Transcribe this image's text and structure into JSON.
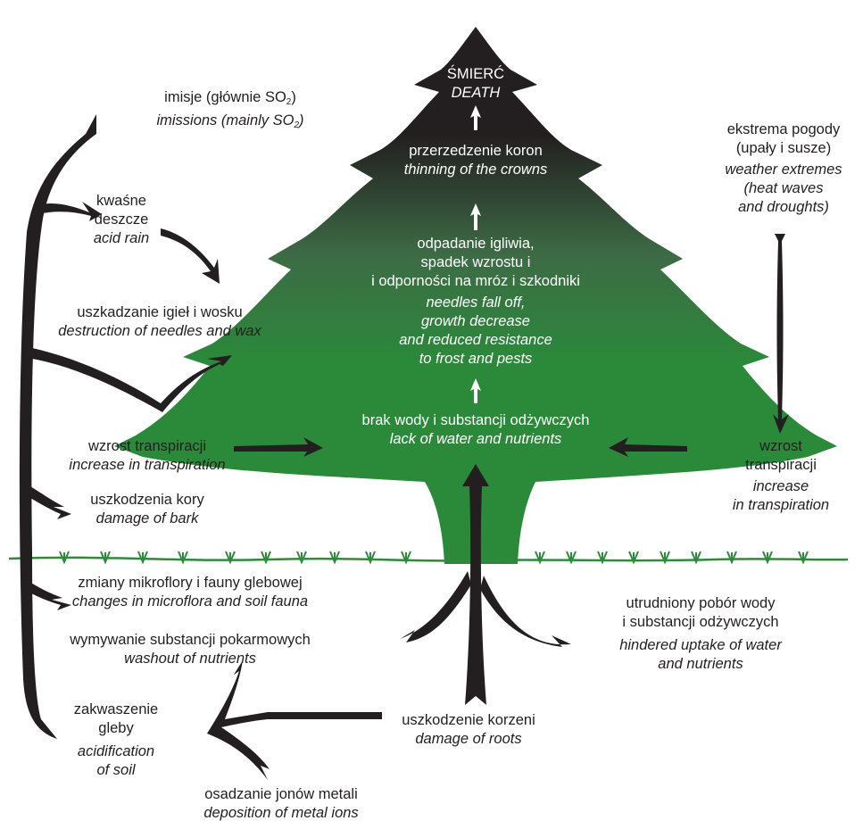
{
  "colors": {
    "tree_top": "#231f20",
    "tree_mid": "#3d6b45",
    "tree_bottom": "#2a8a3a",
    "arrow": "#231f20",
    "ground": "#2e8b3a",
    "text_dark": "#231f20",
    "text_light": "#ffffff"
  },
  "tree": {
    "death": {
      "pl": "ŚMIERĆ",
      "en": "DEATH"
    },
    "thinning": {
      "pl": "przerzedzenie koron",
      "en": "thinning of the crowns"
    },
    "needles": {
      "pl": [
        "odpadanie igliwia,",
        "spadek wzrostu i",
        "i odporności na mróz i szkodniki"
      ],
      "en": [
        "needles fall off,",
        "growth decrease",
        "and reduced resistance",
        "to frost and pests"
      ]
    },
    "lack": {
      "pl": "brak wody i substancji odżywczych",
      "en": "lack of water and nutrients"
    }
  },
  "left": {
    "imissions": {
      "pl": "imisje (głównie SO",
      "pl_sub": "2",
      "pl_end": ")",
      "en": "imissions (mainly SO",
      "en_sub": "2",
      "en_end": ")"
    },
    "acid_rain": {
      "pl": [
        "kwaśne",
        "deszcze"
      ],
      "en": "acid rain"
    },
    "needle_damage": {
      "pl": "uszkadzanie igieł i wosku",
      "en": "destruction of needles and wax"
    },
    "transpiration": {
      "pl": "wzrost transpiracji",
      "en": "increase in transpiration"
    },
    "bark": {
      "pl": "uszkodzenia kory",
      "en": "damage of bark"
    },
    "microflora": {
      "pl": "zmiany mikroflory i fauny glebowej",
      "en": "changes in microflora and soil fauna"
    },
    "washout": {
      "pl": "wymywanie substancji pokarmowych",
      "en": "washout of nutrients"
    },
    "acidification": {
      "pl": [
        "zakwaszenie",
        "gleby"
      ],
      "en": [
        "acidification",
        "of soil"
      ]
    },
    "metal_ions": {
      "pl": "osadzanie jonów metali",
      "en": "deposition of metal ions"
    }
  },
  "right": {
    "weather": {
      "pl": [
        "ekstrema pogody",
        "(upały i susze)"
      ],
      "en": [
        "weather extremes",
        "(heat waves",
        "and droughts)"
      ]
    },
    "transpiration": {
      "pl": [
        "wzrost",
        "transpiracji"
      ],
      "en": [
        "increase",
        "in transpiration"
      ]
    },
    "uptake": {
      "pl": [
        "utrudniony pobór wody",
        "i substancji odżywczych"
      ],
      "en": [
        "hindered uptake of water",
        "and nutrients"
      ]
    },
    "roots": {
      "pl": "uszkodzenie korzeni",
      "en": "damage of roots"
    }
  }
}
